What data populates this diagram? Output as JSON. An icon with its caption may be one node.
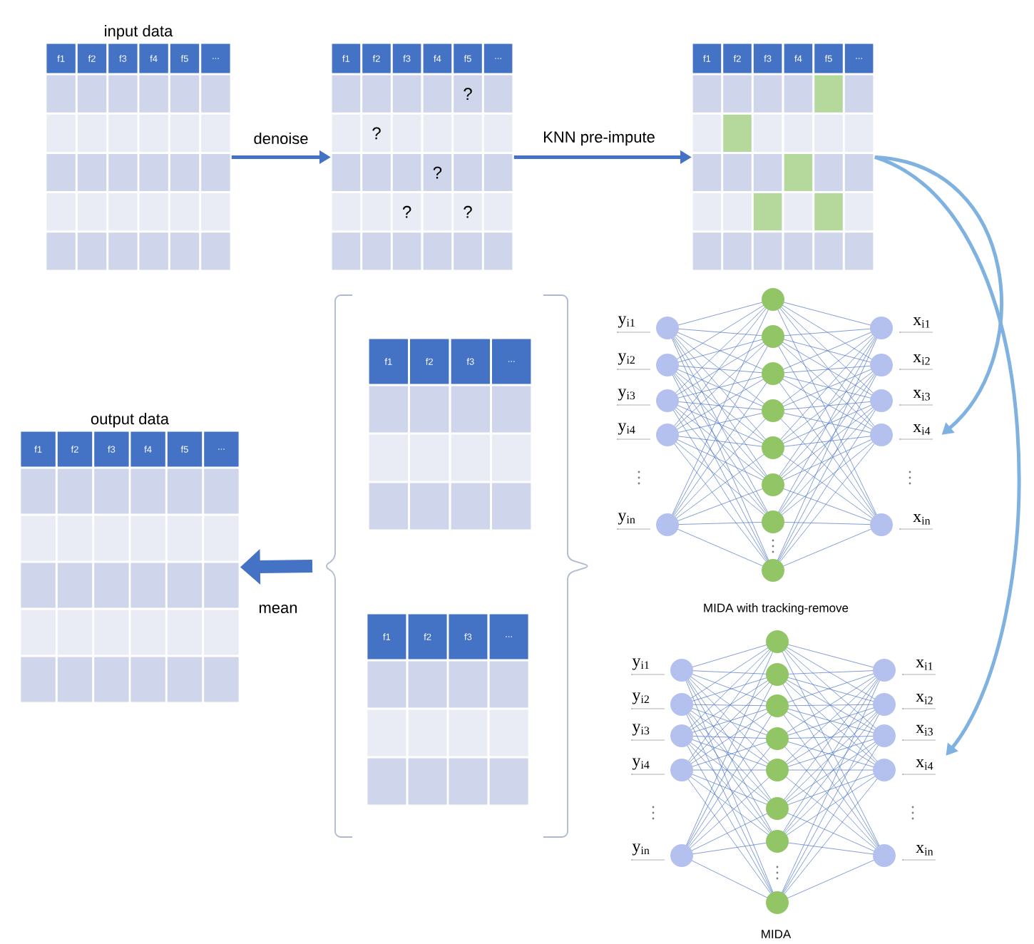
{
  "diagram": {
    "nodes": [
      {
        "text": [
          "input data",
          "f1",
          "f2",
          "f3",
          "f4",
          "f5",
          "..."
        ]
      },
      {
        "text": [
          "f1",
          "f2",
          "f3",
          "f4",
          "f5",
          "...",
          "?",
          "?",
          "?",
          "?",
          "?"
        ]
      },
      {
        "text": [
          "f1",
          "f2",
          "f3",
          "f4",
          "f5",
          "..."
        ]
      },
      {
        "text": [
          "output data",
          "f1",
          "f2",
          "f3",
          "f4",
          "f5",
          "..."
        ]
      },
      {
        "text": [
          "f1",
          "f2",
          "f3",
          "..."
        ]
      },
      {
        "text": [
          "f1",
          "f2",
          "f3",
          "..."
        ]
      },
      {
        "text": [
          "y$_{i1}$",
          "y$_{i2}$",
          "y$_{i3}$",
          "y$_{i4}$",
          "y$_{in}$",
          "x$_{i1}$",
          "x$_{i2}$",
          "x$_{i3}$",
          "x$_{i4}$",
          "x$_{in}$"
        ],
        "beside": [
          "MIDA with tracking-remove"
        ]
      },
      {
        "text": [
          "y$_{i1}$",
          "y$_{i2}$",
          "y$_{i3}$",
          "y$_{i4}$",
          "y$_{in}$",
          "x$_{i1}$",
          "x$_{i2}$",
          "x$_{i3}$",
          "x$_{i4}$",
          "x$_{in}$"
        ],
        "beside": [
          "MIDA"
        ]
      }
    ],
    "edges": [
      {
        "from": 0,
        "to": 1,
        "arrow": "to",
        "label": "denoise"
      },
      {
        "from": 1,
        "to": 2,
        "arrow": "to",
        "label": "KNN pre-impute"
      },
      {
        "from": 2,
        "to": 6,
        "arrow": "to",
        "color": "#7fb2e0"
      },
      {
        "from": 2,
        "to": 7,
        "arrow": "to",
        "color": "#7fb2e0"
      },
      {
        "from": null,
        "to": 3,
        "arrow": "to",
        "label": "mean",
        "style": "thick"
      }
    ]
  }
}
